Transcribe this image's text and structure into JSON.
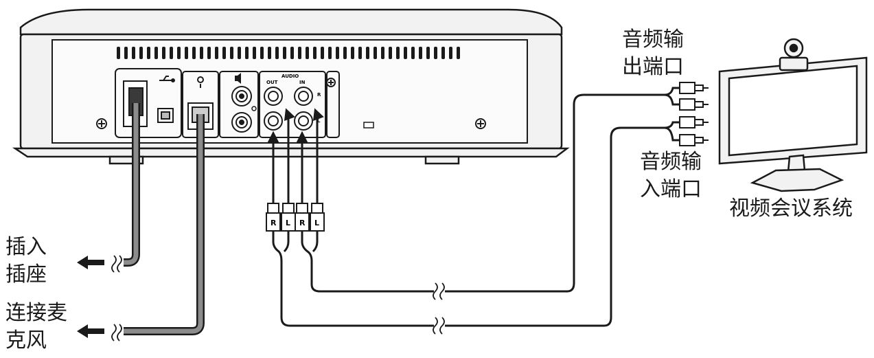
{
  "labels": {
    "audio_out_port": [
      "音频输",
      "出端口"
    ],
    "audio_in_port": [
      "音频输",
      "入端口"
    ],
    "video_conference_system": "视频会议系统",
    "plug_into_outlet": [
      "插入",
      "插座"
    ],
    "connect_microphone": [
      "连接麦",
      "克风"
    ]
  },
  "device_panel": {
    "audio_section": "AUDIO",
    "out": "OUT",
    "in": "IN",
    "right_channel": "R",
    "left_channel": "L"
  },
  "plugs": {
    "right": "R",
    "left": "L"
  },
  "colors": {
    "line": "#1a1a1a",
    "cable_fill": "#8c8c8c",
    "device_face": "#f2f2f2",
    "background": "#ffffff"
  },
  "icons": [
    "usb-icon",
    "microphone-jack-icon",
    "speaker-icon",
    "screw-icon",
    "camera-icon",
    "arrow-left-icon",
    "cable-break-icon"
  ]
}
